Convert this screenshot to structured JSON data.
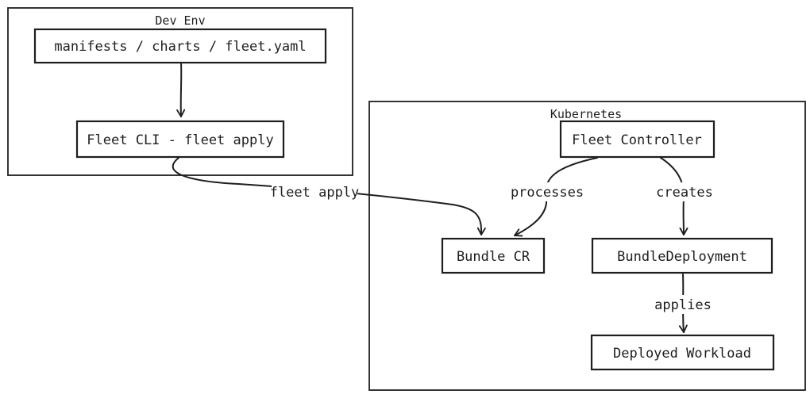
{
  "groups": {
    "dev_env": {
      "title": "Dev Env"
    },
    "kubernetes": {
      "title": "Kubernetes"
    }
  },
  "nodes": {
    "manifests": {
      "label": "manifests / charts / fleet.yaml"
    },
    "fleet_cli": {
      "label": "Fleet CLI - fleet apply"
    },
    "fleet_controller": {
      "label": "Fleet Controller"
    },
    "bundle_cr": {
      "label": "Bundle CR"
    },
    "bundle_deployment": {
      "label": "BundleDeployment"
    },
    "deployed_workload": {
      "label": "Deployed Workload"
    }
  },
  "edges": {
    "cli_to_bundle": {
      "label": "fleet apply"
    },
    "controller_to_bundle": {
      "label": "processes"
    },
    "controller_to_bd": {
      "label": "creates"
    },
    "bd_to_workload": {
      "label": "applies"
    }
  }
}
